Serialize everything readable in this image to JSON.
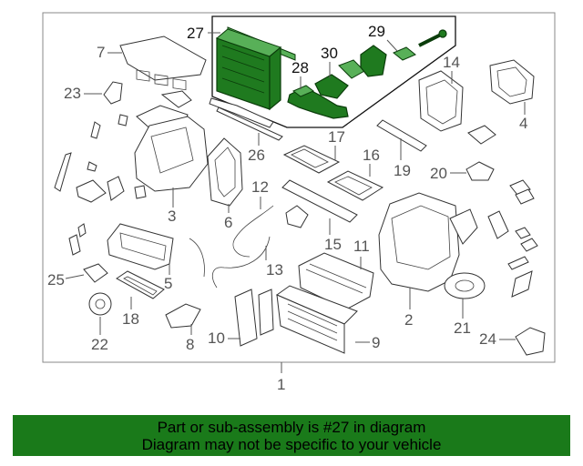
{
  "callouts": {
    "c1": "1",
    "c2": "2",
    "c3": "3",
    "c4": "4",
    "c5": "5",
    "c6": "6",
    "c7": "7",
    "c8": "8",
    "c9": "9",
    "c10": "10",
    "c11": "11",
    "c12": "12",
    "c13": "13",
    "c14": "14",
    "c15": "15",
    "c16": "16",
    "c17": "17",
    "c18": "18",
    "c19": "19",
    "c20": "20",
    "c21": "21",
    "c22": "22",
    "c23": "23",
    "c24": "24",
    "c25": "25",
    "c26": "26",
    "c27": "27",
    "c28": "28",
    "c29": "29",
    "c30": "30"
  },
  "highlight_color": "#1a7a1a",
  "banner": {
    "line1": "Part or sub-assembly is #27 in diagram",
    "line2": "Diagram may not be specific to your vehicle"
  }
}
